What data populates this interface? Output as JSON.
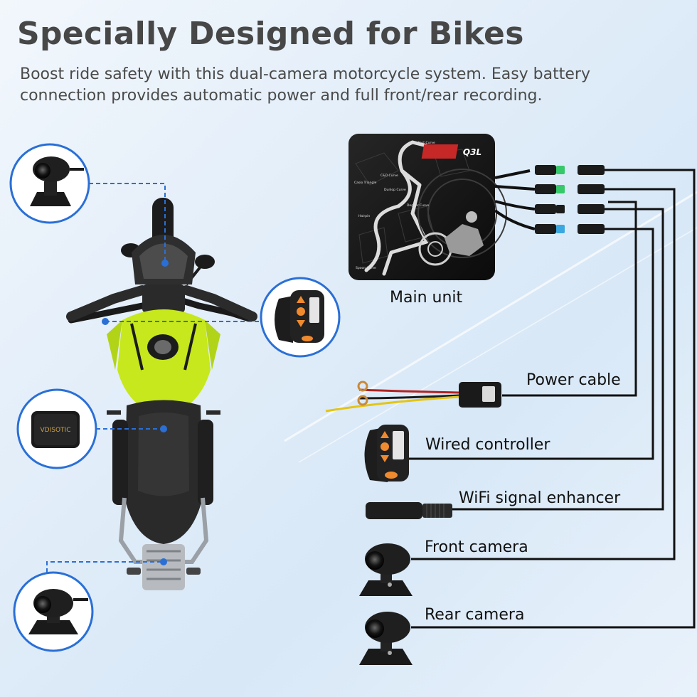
{
  "header": {
    "title": "Specially Designed for Bikes",
    "subtitle": "Boost ride safety with this dual-camera motorcycle system. Easy battery connection provides automatic power and full front/rear recording."
  },
  "main_unit": {
    "label": "Main unit",
    "model": "Q3L",
    "track_labels": [
      "Fast Curve",
      "C&D Curve",
      "Dunlop Curve",
      "Casio Triangle",
      "Degner Curve",
      "Hairpin",
      "Spoon Curve"
    ]
  },
  "components": [
    {
      "id": "power",
      "label": "Power cable"
    },
    {
      "id": "controller",
      "label": "Wired controller"
    },
    {
      "id": "wifi",
      "label": "WiFi signal enhancer"
    },
    {
      "id": "front",
      "label": "Front camera"
    },
    {
      "id": "rear",
      "label": "Rear camera"
    }
  ],
  "colors": {
    "bike_accent": "#c6e81c",
    "controller_accent": "#f08a2e",
    "connector_green": "#37c86a",
    "connector_blue": "#3aa7e0",
    "callout_line": "#2a6fd6"
  }
}
